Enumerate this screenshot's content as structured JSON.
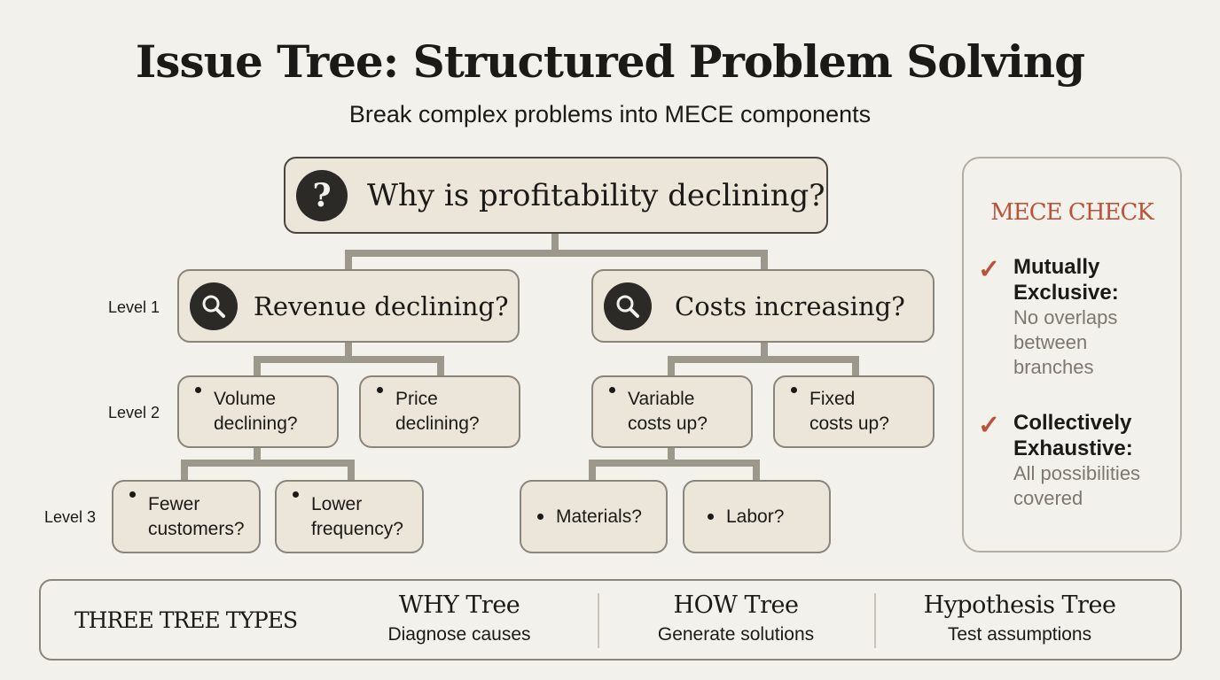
{
  "title": "Issue Tree: Structured Problem Solving",
  "subtitle": "Break complex problems into MECE components",
  "root": {
    "icon": "question-icon",
    "label": "Why is profitability declining?"
  },
  "levels": [
    "Level 1",
    "Level 2",
    "Level 3"
  ],
  "level1": [
    {
      "icon": "magnifier-icon",
      "label": "Revenue declining?"
    },
    {
      "icon": "magnifier-icon",
      "label": "Costs increasing?"
    }
  ],
  "level2": [
    {
      "l1": "Volume",
      "l2": "declining?"
    },
    {
      "l1": "Price",
      "l2": "declining?"
    },
    {
      "l1": "Variable",
      "l2": "costs up?"
    },
    {
      "l1": "Fixed",
      "l2": "costs up?"
    }
  ],
  "level3": [
    {
      "l1": "Fewer",
      "l2": "customers?"
    },
    {
      "l1": "Lower",
      "l2": "frequency?"
    },
    {
      "l1": "Materials?"
    },
    {
      "l1": "Labor?"
    }
  ],
  "mece": {
    "title": "MECE CHECK",
    "items": [
      {
        "head1": "Mutually",
        "head2": "Exclusive:",
        "d1": "No overlaps",
        "d2": "between",
        "d3": "branches"
      },
      {
        "head1": "Collectively",
        "head2": "Exhaustive:",
        "d1": "All possibilities",
        "d2": "covered"
      }
    ],
    "accent": "#b8543a"
  },
  "tree_types": {
    "label": "THREE TREE TYPES",
    "types": [
      {
        "name": "WHY Tree",
        "desc": "Diagnose causes"
      },
      {
        "name": "HOW Tree",
        "desc": "Generate solutions"
      },
      {
        "name": "Hypothesis Tree",
        "desc": "Test assumptions"
      }
    ]
  }
}
